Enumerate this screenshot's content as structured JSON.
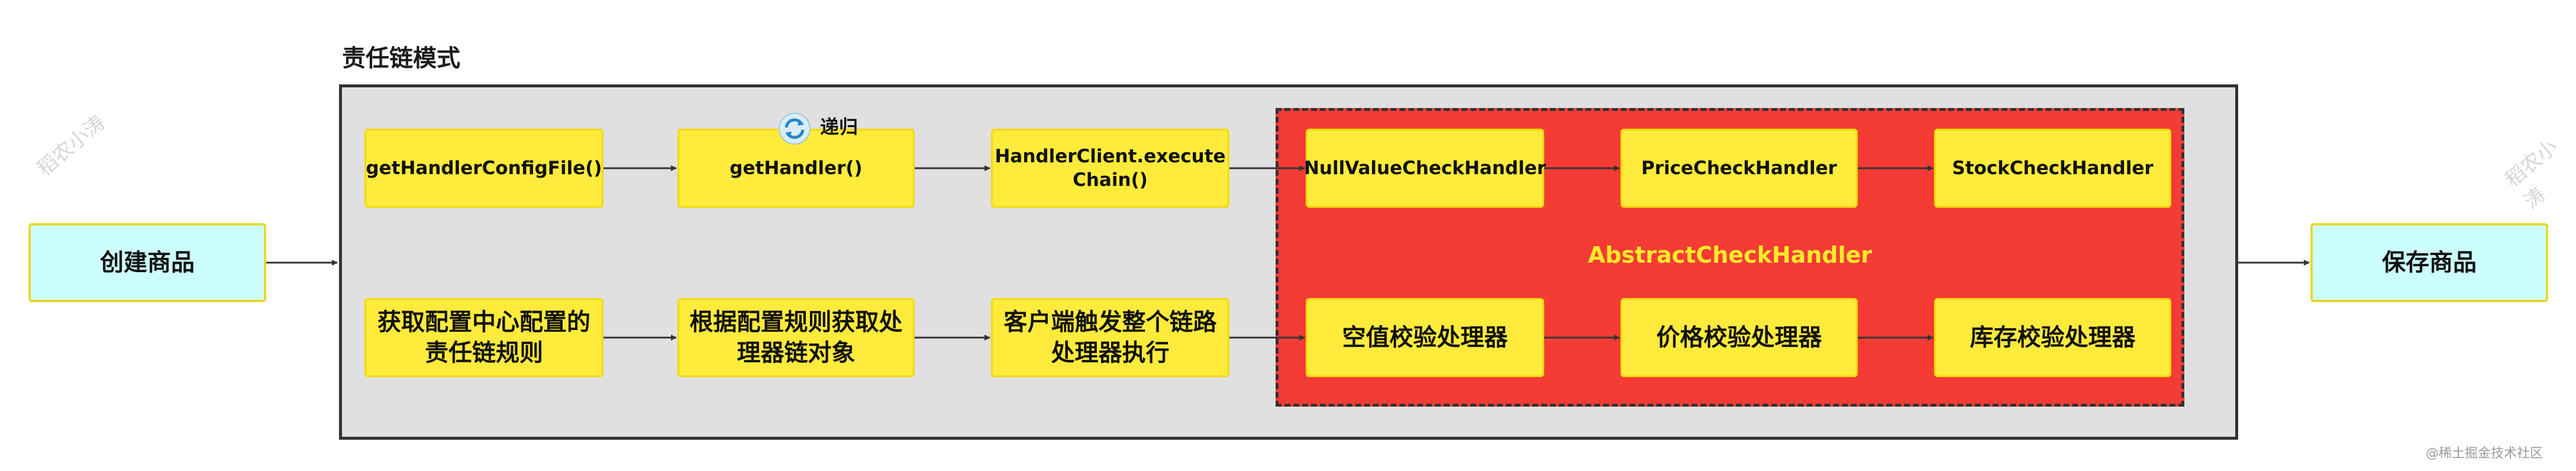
{
  "title": "责任链模式",
  "recursion_label": "递归",
  "region_label": "AbstractCheckHandler",
  "nodes": {
    "create": "创建商品",
    "save": "保存商品",
    "get_config": "getHandlerConfigFile()",
    "get_handler": "getHandler()",
    "execute": "HandlerClient.execute Chain()",
    "null_check": "NullValueCheckHandler",
    "price_check": "PriceCheckHandler",
    "stock_check": "StockCheckHandler",
    "get_config_cn": "获取配置中心配置的责任链规则",
    "get_handler_cn": "根据配置规则获取处理器链对象",
    "execute_cn": "客户端触发整个链路处理器执行",
    "null_check_cn": "空值校验处理器",
    "price_check_cn": "价格校验处理器",
    "stock_check_cn": "库存校验处理器"
  },
  "watermarks": {
    "left": "稻农小涛",
    "right": "稻农小涛",
    "bottom": "@稀土掘金技术社区"
  },
  "colors": {
    "node_fill": "#ffeb3b",
    "region_fill": "#f43c35",
    "region_label": "#ffea2a",
    "terminal_fill": "#ccfefe",
    "container_fill": "#e0e0e0"
  }
}
